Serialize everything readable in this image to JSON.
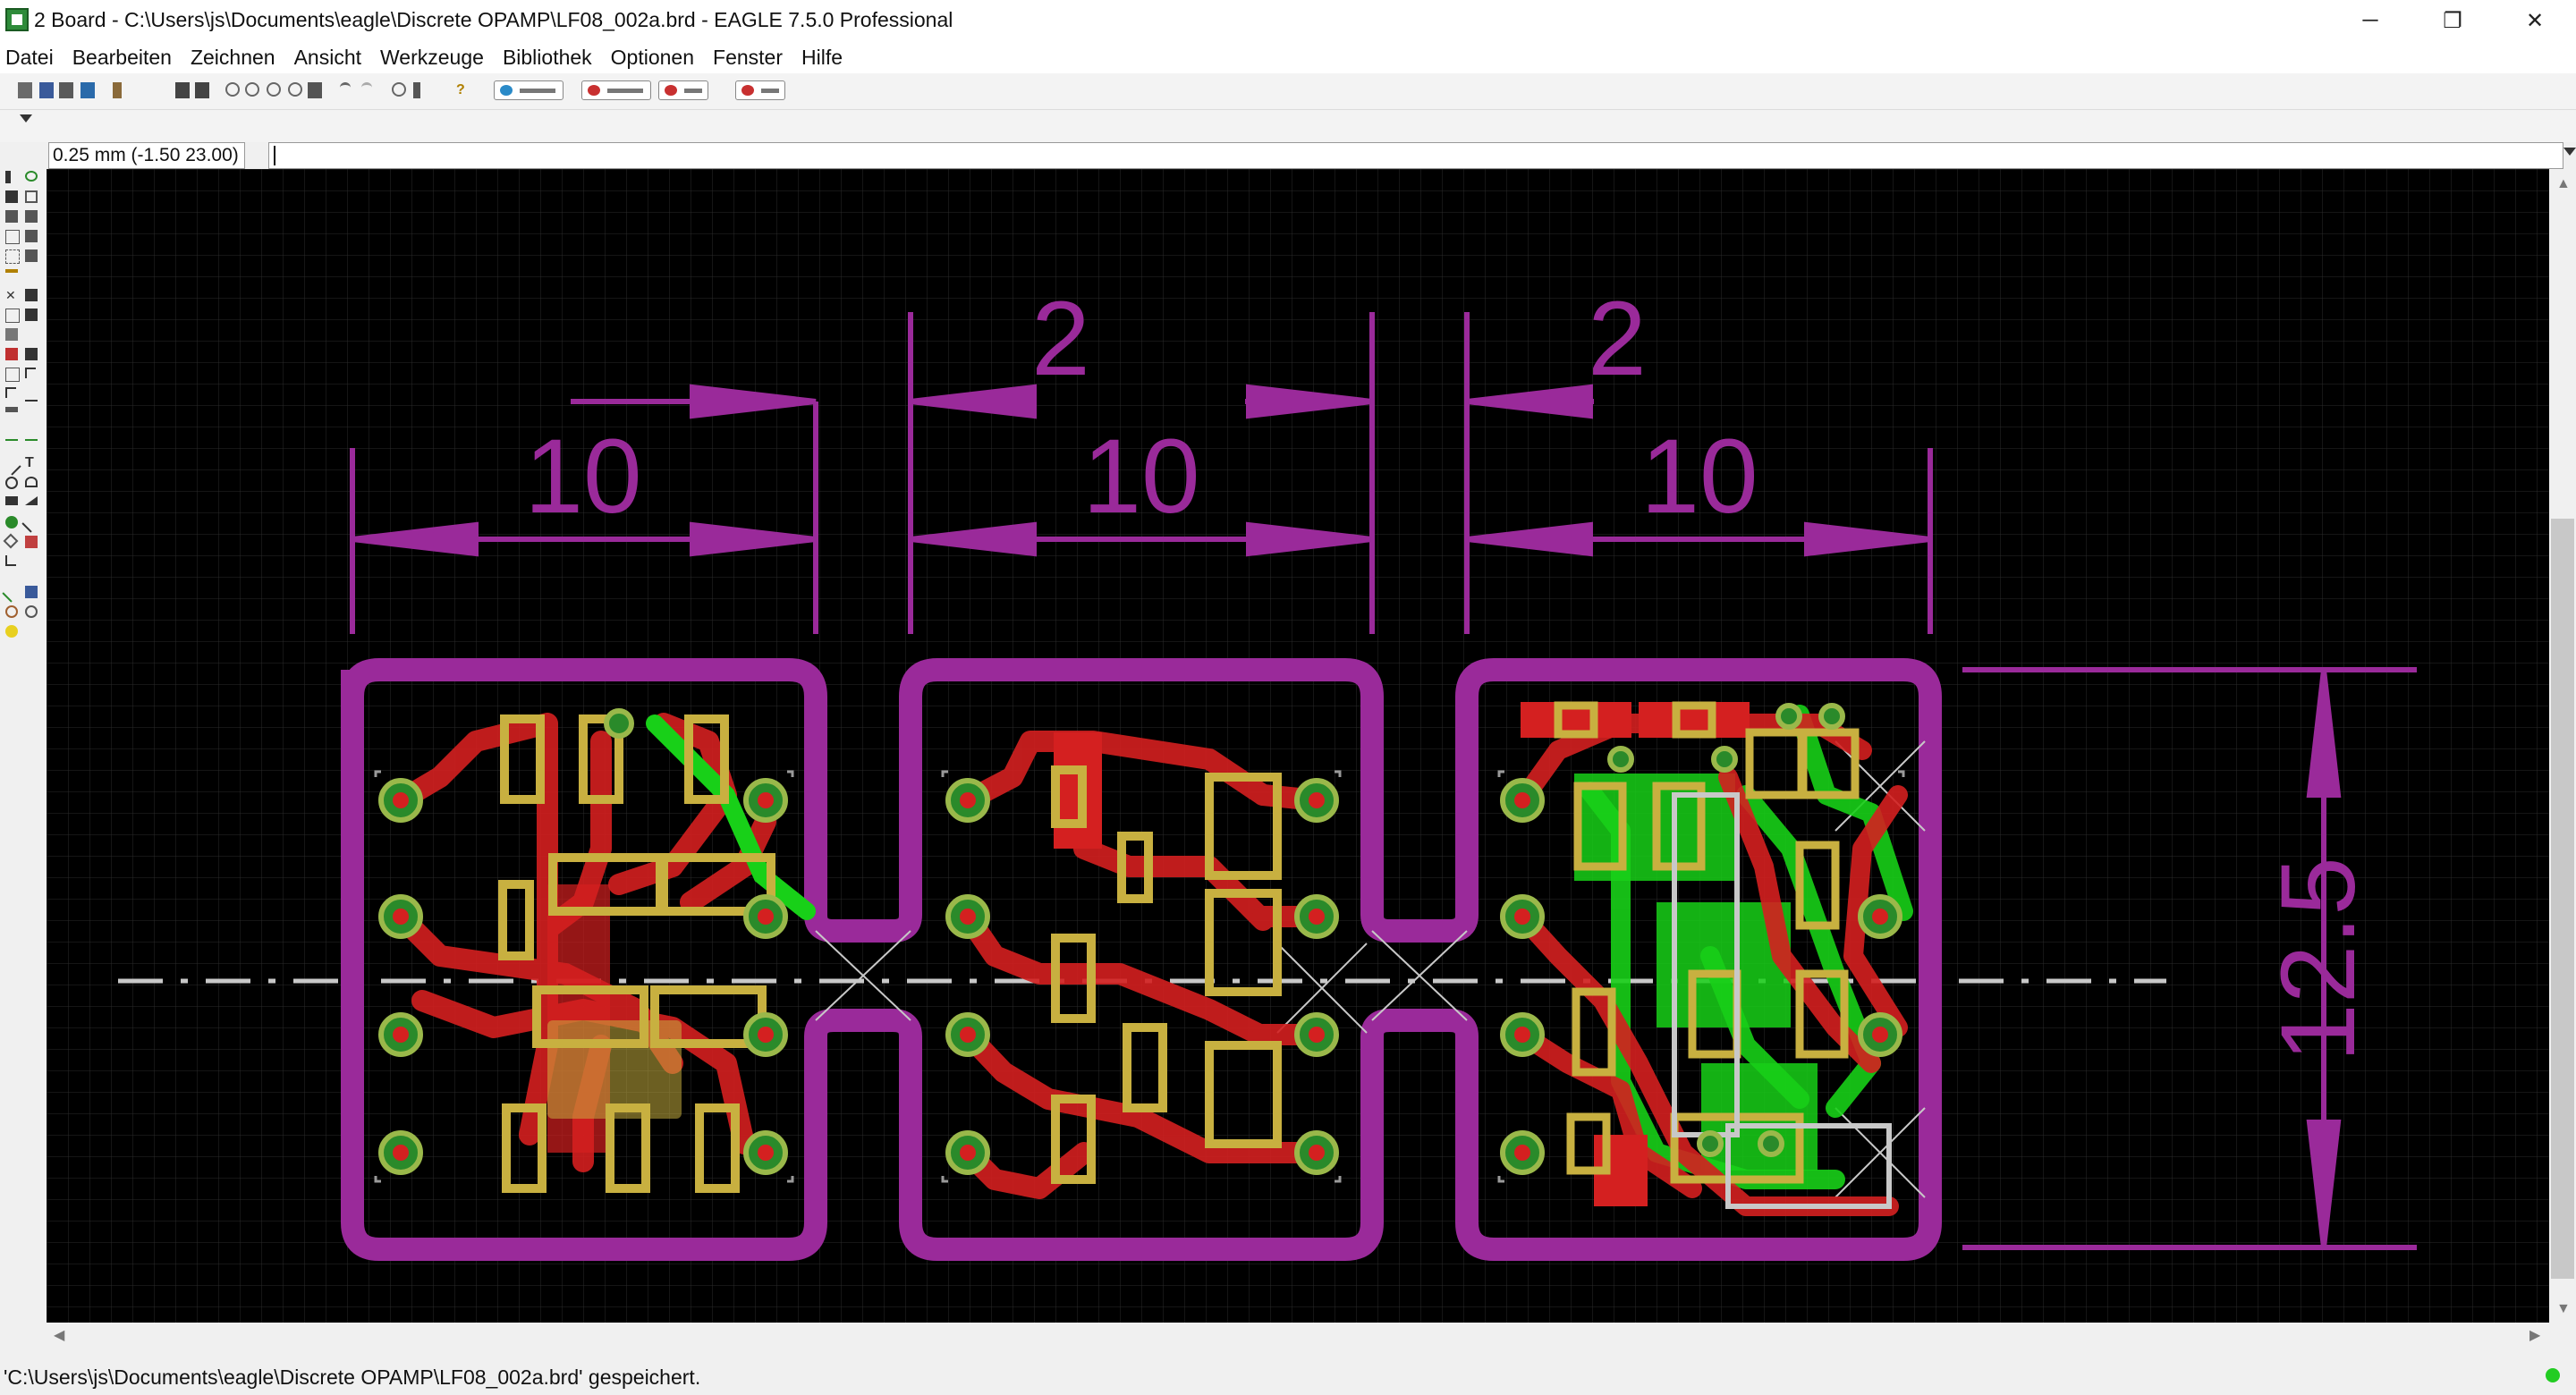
{
  "window": {
    "title": "2 Board - C:\\Users\\js\\Documents\\eagle\\Discrete OPAMP\\LF08_002a.brd - EAGLE 7.5.0 Professional",
    "controls": {
      "minimize": "─",
      "maximize": "❐",
      "close": "✕"
    }
  },
  "menu": [
    "Datei",
    "Bearbeiten",
    "Zeichnen",
    "Ansicht",
    "Werkzeuge",
    "Bibliothek",
    "Optionen",
    "Fenster",
    "Hilfe"
  ],
  "toolbar": {
    "buttons": [
      "open-icon",
      "save-icon",
      "print-icon",
      "cam-icon",
      "script-icon",
      "run-ulp-icon",
      "board-icon",
      "zoom-fit-icon",
      "zoom-in-icon",
      "zoom-out-icon",
      "zoom-redraw-icon",
      "zoom-select-icon",
      "undo-icon",
      "redo-icon",
      "stop-icon",
      "go-icon",
      "help-icon"
    ],
    "service_buttons": [
      "pcb-service-button",
      "design-link-button",
      "pcb-quote-button",
      "idf-to-3d-button"
    ]
  },
  "coord_display": "0.25 mm (-1.50 23.00)",
  "command_line": {
    "value": ""
  },
  "status": {
    "message": "'C:\\Users\\js\\Documents\\eagle\\Discrete OPAMP\\LF08_002a.brd' gespeichert."
  },
  "colors": {
    "canvas": "#000000",
    "dimension": "#9a2a9a",
    "top_copper": "#d42020",
    "bottom_copper": "#18d018",
    "pad": "#9ab84a",
    "smd_outline": "#c8b040",
    "grid_cross": "#c8c8c8"
  },
  "board": {
    "dimension_labels": {
      "width_1": "10",
      "width_2": "10",
      "width_3": "10",
      "gap_1": "2",
      "gap_2": "2",
      "height": "12.5"
    }
  }
}
